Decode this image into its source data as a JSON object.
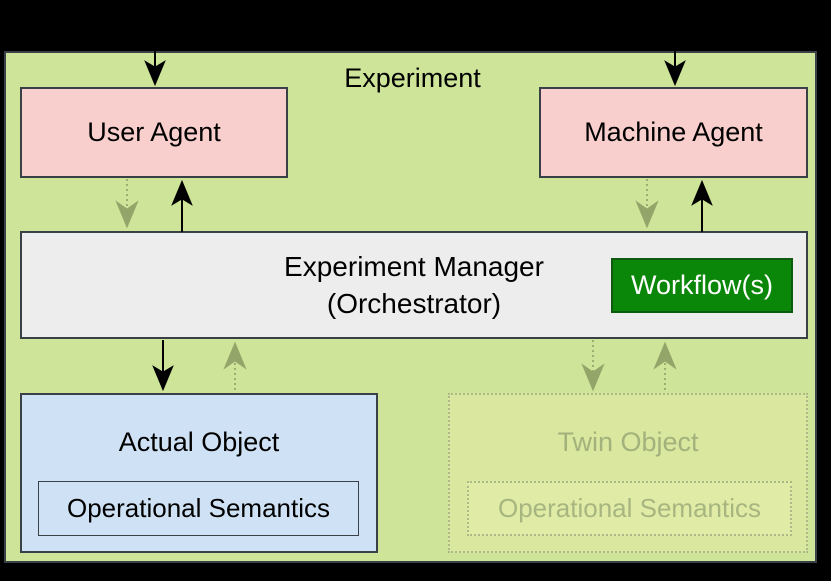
{
  "diagram": {
    "title": "Experiment",
    "nodes": {
      "user_agent": {
        "label": "User Agent",
        "fill": "#f9cfcd"
      },
      "machine_agent": {
        "label": "Machine Agent",
        "fill": "#f9cfcd"
      },
      "experiment_manager": {
        "label_line1": "Experiment Manager",
        "label_line2": "(Orchestrator)",
        "fill": "#ededed"
      },
      "workflow": {
        "label": "Workflow(s)",
        "fill": "#0a8709",
        "text_color": "#ffffff"
      },
      "actual_object": {
        "label": "Actual Object",
        "child_label": "Operational Semantics",
        "fill": "#cfe2f5",
        "faded": false
      },
      "twin_object": {
        "label": "Twin Object",
        "child_label": "Operational Semantics",
        "fill": "#d9e79f",
        "faded": true
      }
    },
    "colors": {
      "canvas_background": "#000000",
      "experiment_fill": "#cde499",
      "border_dark": "#394046",
      "solid_arrow": "#000000",
      "faded_arrow": "#94a express"
    },
    "edges": [
      {
        "from": "outside-top",
        "to": "user_agent",
        "style": "solid"
      },
      {
        "from": "outside-top",
        "to": "machine_agent",
        "style": "solid"
      },
      {
        "from": "user_agent",
        "to": "experiment_manager",
        "style": "dotted-faded"
      },
      {
        "from": "experiment_manager",
        "to": "user_agent",
        "style": "solid"
      },
      {
        "from": "machine_agent",
        "to": "experiment_manager",
        "style": "dotted-faded"
      },
      {
        "from": "experiment_manager",
        "to": "machine_agent",
        "style": "solid"
      },
      {
        "from": "experiment_manager",
        "to": "actual_object",
        "style": "solid"
      },
      {
        "from": "actual_object",
        "to": "experiment_manager",
        "style": "dotted-faded"
      },
      {
        "from": "experiment_manager",
        "to": "twin_object",
        "style": "dotted-faded"
      },
      {
        "from": "twin_object",
        "to": "experiment_manager",
        "style": "dotted-faded"
      }
    ]
  }
}
